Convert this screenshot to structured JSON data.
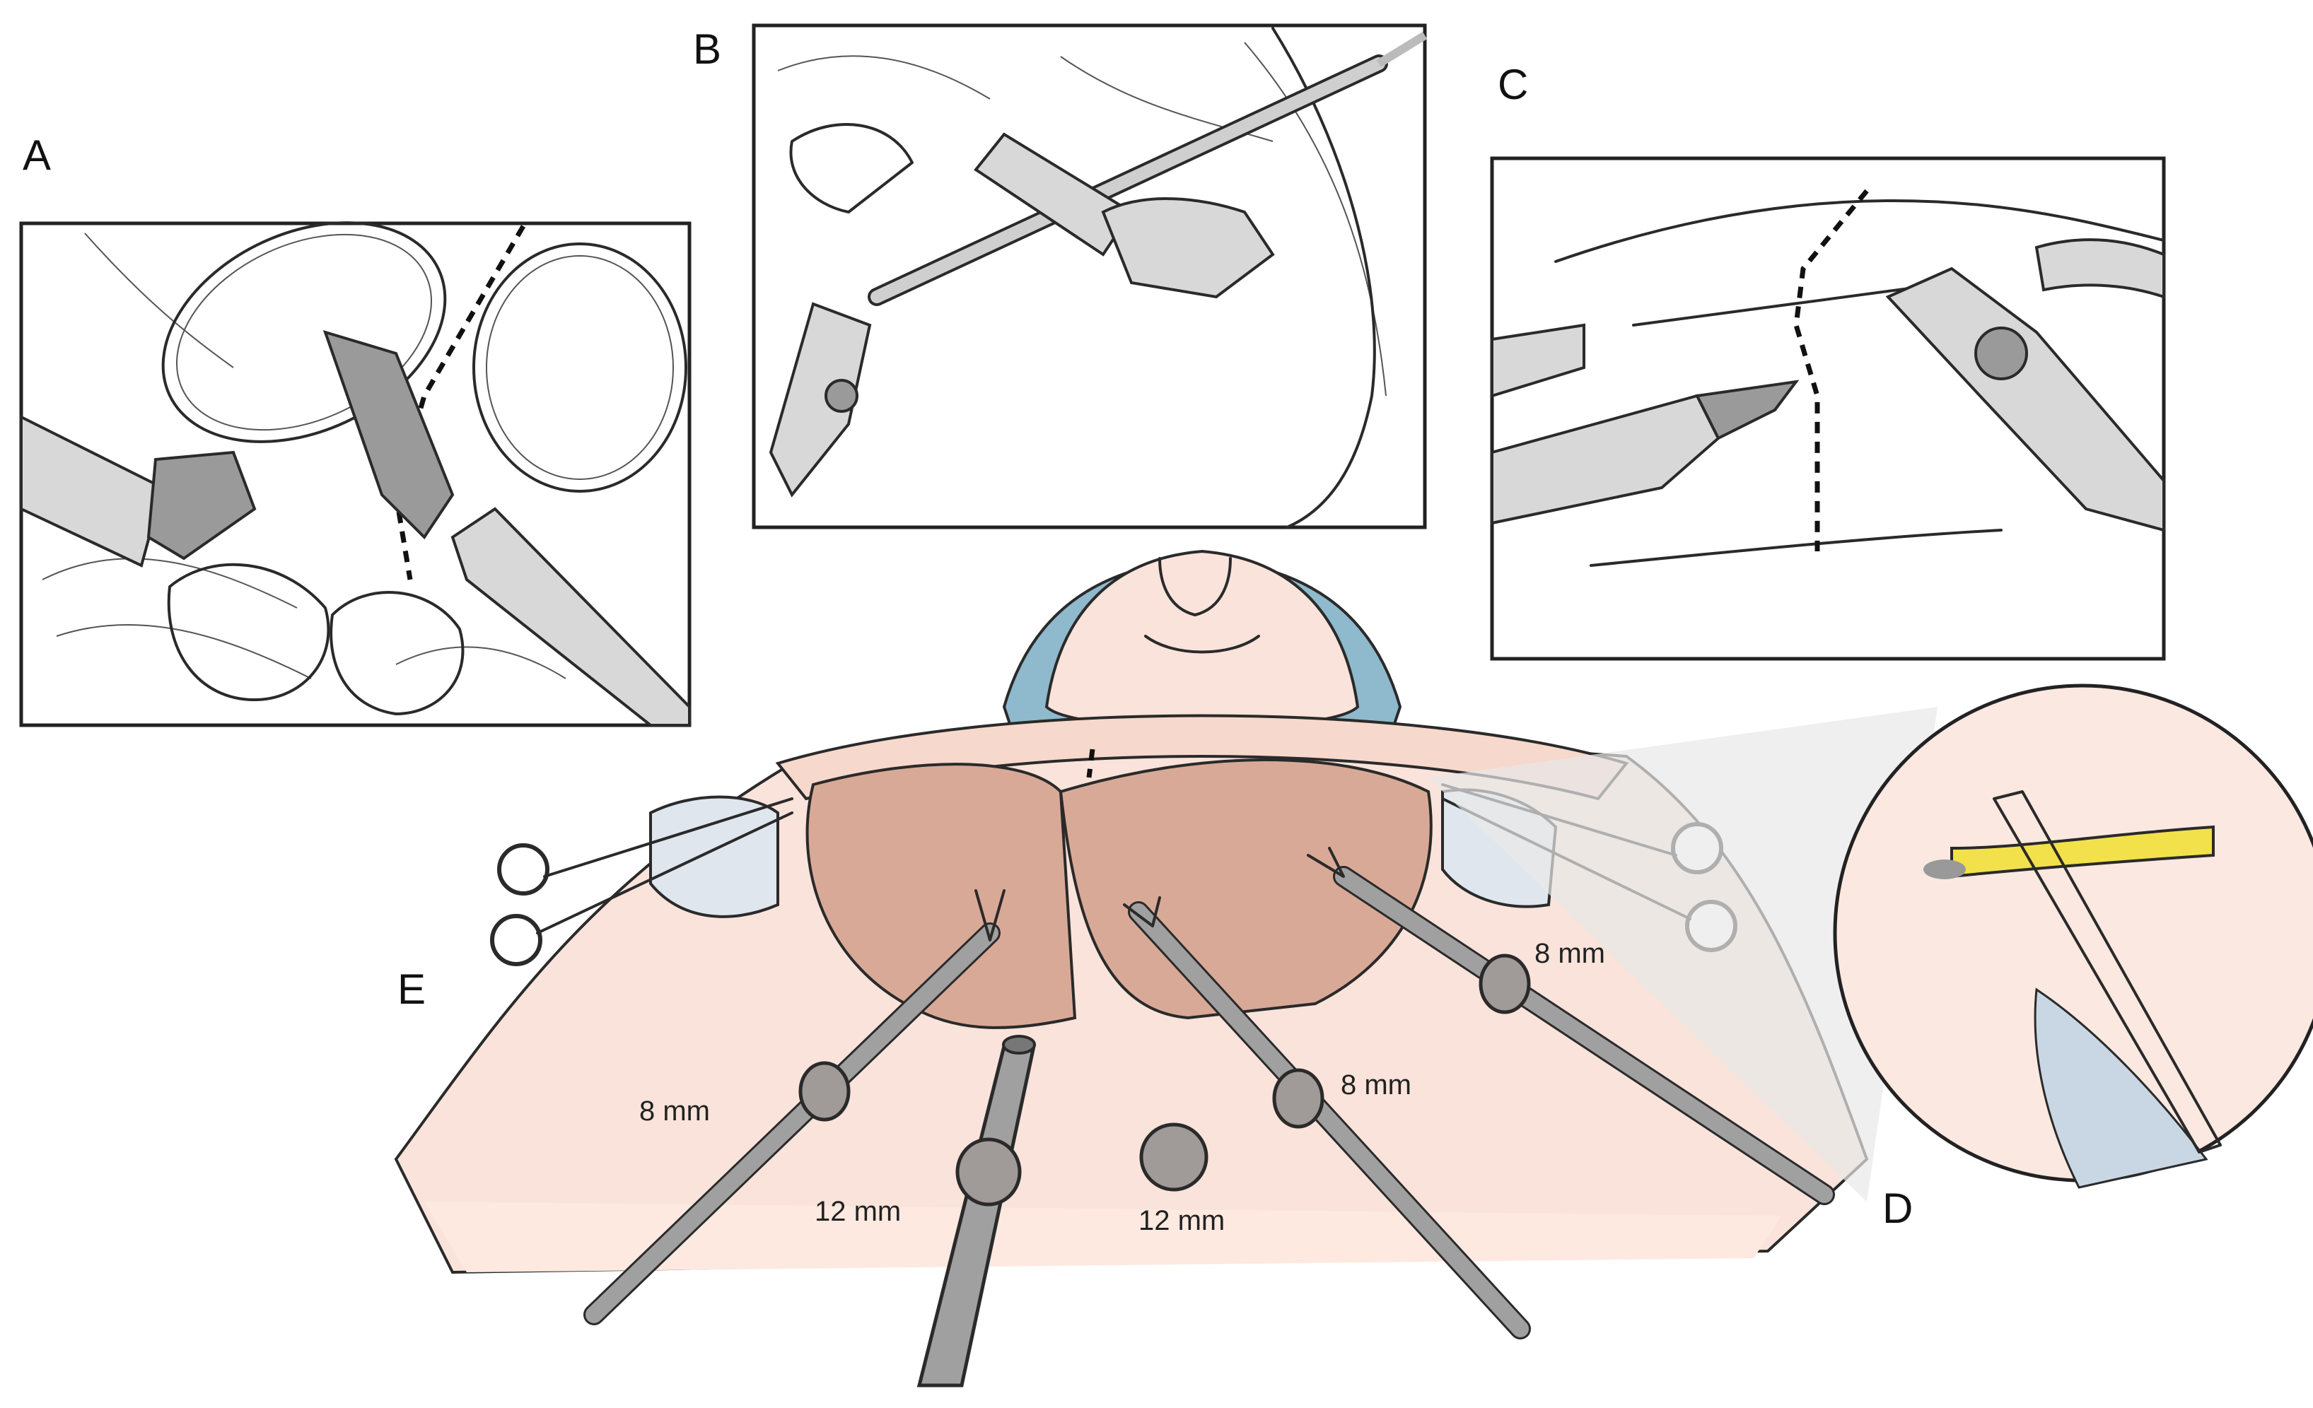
{
  "panels": {
    "a": {
      "label": "A"
    },
    "b": {
      "label": "B"
    },
    "c": {
      "label": "C"
    },
    "d": {
      "label": "D"
    },
    "e": {
      "label": "E"
    }
  },
  "ports": [
    {
      "id": "left-8mm",
      "label": "8 mm"
    },
    {
      "id": "left-12mm",
      "label": "12 mm"
    },
    {
      "id": "center-12mm",
      "label": "12 mm"
    },
    {
      "id": "right-lower-8mm",
      "label": "8 mm"
    },
    {
      "id": "right-upper-8mm",
      "label": "8 mm"
    }
  ],
  "colors": {
    "skin": "#f9e3da",
    "breast_flap": "#d9a997",
    "cap": "#8fb9cc",
    "drain": "#f2e14a",
    "instrument": "#a0a0a0"
  }
}
